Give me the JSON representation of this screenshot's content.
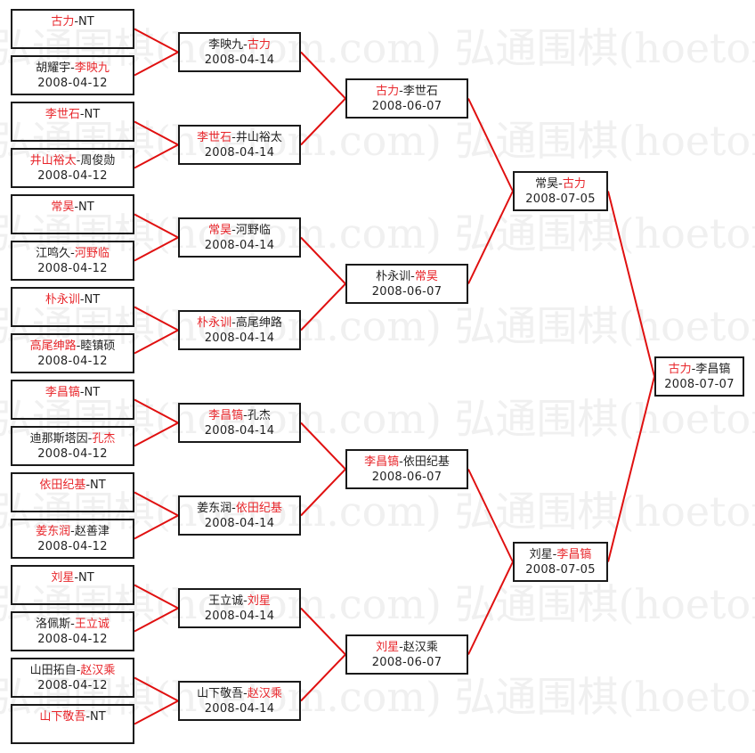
{
  "watermark": "弘通围棋(hoetom.com) 弘通围棋(hoetom.com) 弘通围",
  "colors": {
    "winner": "#e8262b",
    "line": "#e01010",
    "border": "#1a1a1a"
  },
  "rounds": [
    [
      {
        "parts": [
          {
            "t": "古力",
            "win": true
          },
          {
            "t": "-NT",
            "win": false
          }
        ],
        "date": ""
      },
      {
        "parts": [
          {
            "t": "胡耀宇-",
            "win": false
          },
          {
            "t": "李映九",
            "win": true
          }
        ],
        "date": "2008-04-12"
      },
      {
        "parts": [
          {
            "t": "李世石",
            "win": true
          },
          {
            "t": "-NT",
            "win": false
          }
        ],
        "date": ""
      },
      {
        "parts": [
          {
            "t": "井山裕太",
            "win": true
          },
          {
            "t": "-周俊勋",
            "win": false
          }
        ],
        "date": "2008-04-12"
      },
      {
        "parts": [
          {
            "t": "常昊",
            "win": true
          },
          {
            "t": "-NT",
            "win": false
          }
        ],
        "date": ""
      },
      {
        "parts": [
          {
            "t": "江鸣久-",
            "win": false
          },
          {
            "t": "河野临",
            "win": true
          }
        ],
        "date": "2008-04-12"
      },
      {
        "parts": [
          {
            "t": "朴永训",
            "win": true
          },
          {
            "t": "-NT",
            "win": false
          }
        ],
        "date": ""
      },
      {
        "parts": [
          {
            "t": "高尾绅路",
            "win": true
          },
          {
            "t": "-睦镇硕",
            "win": false
          }
        ],
        "date": "2008-04-12"
      },
      {
        "parts": [
          {
            "t": "李昌镐",
            "win": true
          },
          {
            "t": "-NT",
            "win": false
          }
        ],
        "date": ""
      },
      {
        "parts": [
          {
            "t": "迪那斯塔因-",
            "win": false
          },
          {
            "t": "孔杰",
            "win": true
          }
        ],
        "date": "2008-04-12"
      },
      {
        "parts": [
          {
            "t": "依田纪基",
            "win": true
          },
          {
            "t": "-NT",
            "win": false
          }
        ],
        "date": ""
      },
      {
        "parts": [
          {
            "t": "姜东润",
            "win": true
          },
          {
            "t": "-赵善津",
            "win": false
          }
        ],
        "date": "2008-04-12"
      },
      {
        "parts": [
          {
            "t": "刘星",
            "win": true
          },
          {
            "t": "-NT",
            "win": false
          }
        ],
        "date": ""
      },
      {
        "parts": [
          {
            "t": "洛佩斯-",
            "win": false
          },
          {
            "t": "王立诚",
            "win": true
          }
        ],
        "date": "2008-04-12"
      },
      {
        "parts": [
          {
            "t": "山田拓自-",
            "win": false
          },
          {
            "t": "赵汉乘",
            "win": true
          }
        ],
        "date": "2008-04-12"
      },
      {
        "parts": [
          {
            "t": "山下敬吾",
            "win": true
          },
          {
            "t": "-NT",
            "win": false
          }
        ],
        "date": ""
      }
    ],
    [
      {
        "parts": [
          {
            "t": "李映九-",
            "win": false
          },
          {
            "t": "古力",
            "win": true
          }
        ],
        "date": "2008-04-14"
      },
      {
        "parts": [
          {
            "t": "李世石",
            "win": true
          },
          {
            "t": "-井山裕太",
            "win": false
          }
        ],
        "date": "2008-04-14"
      },
      {
        "parts": [
          {
            "t": "常昊",
            "win": true
          },
          {
            "t": "-河野临",
            "win": false
          }
        ],
        "date": "2008-04-14"
      },
      {
        "parts": [
          {
            "t": "朴永训",
            "win": true
          },
          {
            "t": "-高尾绅路",
            "win": false
          }
        ],
        "date": "2008-04-14"
      },
      {
        "parts": [
          {
            "t": "李昌镐",
            "win": true
          },
          {
            "t": "-孔杰",
            "win": false
          }
        ],
        "date": "2008-04-14"
      },
      {
        "parts": [
          {
            "t": "姜东润-",
            "win": false
          },
          {
            "t": "依田纪基",
            "win": true
          }
        ],
        "date": "2008-04-14"
      },
      {
        "parts": [
          {
            "t": "王立诚-",
            "win": false
          },
          {
            "t": "刘星",
            "win": true
          }
        ],
        "date": "2008-04-14"
      },
      {
        "parts": [
          {
            "t": "山下敬吾-",
            "win": false
          },
          {
            "t": "赵汉乘",
            "win": true
          }
        ],
        "date": "2008-04-14"
      }
    ],
    [
      {
        "parts": [
          {
            "t": "古力",
            "win": true
          },
          {
            "t": "-李世石",
            "win": false
          }
        ],
        "date": "2008-06-07"
      },
      {
        "parts": [
          {
            "t": "朴永训-",
            "win": false
          },
          {
            "t": "常昊",
            "win": true
          }
        ],
        "date": "2008-06-07"
      },
      {
        "parts": [
          {
            "t": "李昌镐",
            "win": true
          },
          {
            "t": "-依田纪基",
            "win": false
          }
        ],
        "date": "2008-06-07"
      },
      {
        "parts": [
          {
            "t": "刘星",
            "win": true
          },
          {
            "t": "-赵汉乘",
            "win": false
          }
        ],
        "date": "2008-06-07"
      }
    ],
    [
      {
        "parts": [
          {
            "t": "常昊-",
            "win": false
          },
          {
            "t": "古力",
            "win": true
          }
        ],
        "date": "2008-07-05"
      },
      {
        "parts": [
          {
            "t": "刘星-",
            "win": false
          },
          {
            "t": "李昌镐",
            "win": true
          }
        ],
        "date": "2008-07-05"
      }
    ],
    [
      {
        "parts": [
          {
            "t": "古力",
            "win": true
          },
          {
            "t": "-李昌镐",
            "win": false
          }
        ],
        "date": "2008-07-07"
      }
    ]
  ]
}
